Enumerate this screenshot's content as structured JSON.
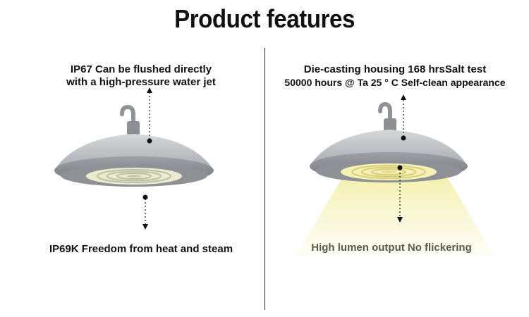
{
  "title": "Product features",
  "left": {
    "top_line1": "IP67 Can be flushed directly",
    "top_line2": "with a high-pressure water jet",
    "bottom": "IP69K Freedom from heat and steam"
  },
  "right": {
    "top_line1": "Die-casting housing 168 hrsSalt test",
    "top_line2": "50000 hours @ Ta 25 ° C Self-clean appearance",
    "bottom": "High lumen output No flickering"
  },
  "colors": {
    "housing": "#b9bcbf",
    "led": "#f3efc4",
    "beam": "#f4efa6"
  },
  "icons": [
    "high-bay-lamp-icon",
    "high-bay-lamp-icon-lit"
  ]
}
